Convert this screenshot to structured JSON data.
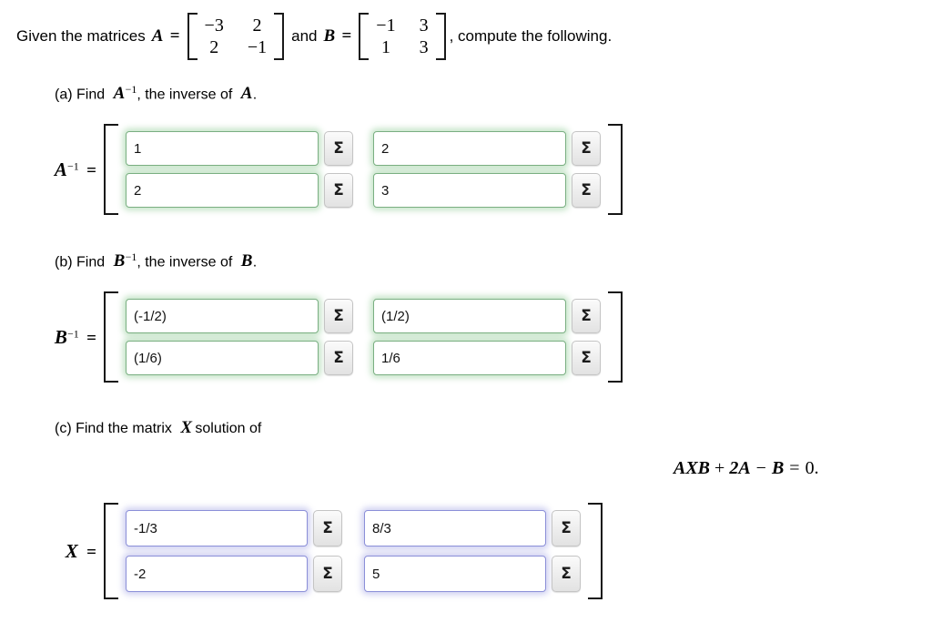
{
  "prompt": {
    "lead_text": "Given the matrices",
    "matrix_a_name": "A",
    "equals": "=",
    "matrix_a": [
      [
        "−3",
        "2"
      ],
      [
        "2",
        "−1"
      ]
    ],
    "conjunction": "and",
    "matrix_b_name": "B",
    "matrix_b": [
      [
        "−1",
        "3"
      ],
      [
        "1",
        "3"
      ]
    ],
    "trailing_text": ", compute the following."
  },
  "parts": {
    "a": {
      "label_prefix": "(a) Find",
      "label_var": "A",
      "label_sup": "−1",
      "label_suffix": ", the inverse of",
      "label_var2": "A",
      "label_end": ".",
      "block_label_var": "A",
      "block_label_sup": "−1",
      "block_label_eq": "=",
      "border_color": "#7aaf82",
      "cells": [
        {
          "value": "1",
          "button": "Σ"
        },
        {
          "value": "2",
          "button": "Σ"
        },
        {
          "value": "2",
          "button": "Σ"
        },
        {
          "value": "3",
          "button": "Σ"
        }
      ]
    },
    "b": {
      "label_prefix": "(b) Find",
      "label_var": "B",
      "label_sup": "−1",
      "label_suffix": ", the inverse of",
      "label_var2": "B",
      "label_end": ".",
      "block_label_var": "B",
      "block_label_sup": "−1",
      "block_label_eq": "=",
      "border_color": "#7aaf82",
      "cells": [
        {
          "value": "(-1/2)",
          "button": "Σ"
        },
        {
          "value": "(1/2)",
          "button": "Σ"
        },
        {
          "value": "(1/6)",
          "button": "Σ"
        },
        {
          "value": "1/6",
          "button": "Σ"
        }
      ]
    },
    "c": {
      "label_prefix": "(c) Find the matrix",
      "label_var": "X",
      "label_suffix": "solution of",
      "equation": {
        "terms": "AXB",
        "plus": "+",
        "term2": "2A",
        "minus": "−",
        "term3": "B",
        "equals": "=",
        "rhs": "0."
      },
      "block_label_var": "X",
      "block_label_eq": "=",
      "border_color": "#8b8fd8",
      "cells": [
        {
          "value": "-1/3",
          "button": "Σ"
        },
        {
          "value": "8/3",
          "button": "Σ"
        },
        {
          "value": "-2",
          "button": "Σ"
        },
        {
          "value": "5",
          "button": "Σ"
        }
      ]
    }
  }
}
